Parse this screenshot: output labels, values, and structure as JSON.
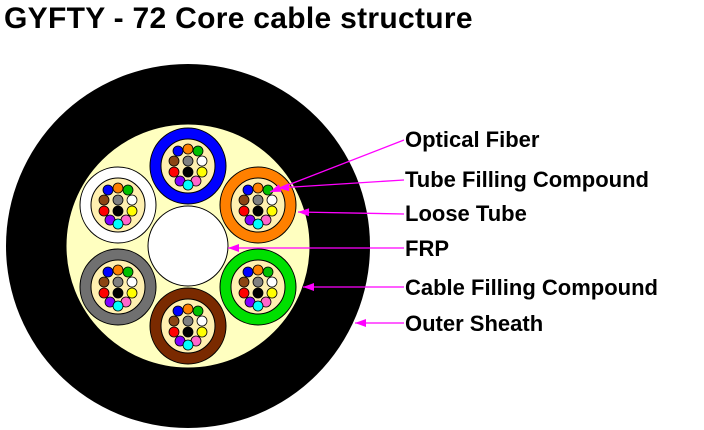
{
  "title": "GYFTY - 72 Core cable structure",
  "colors": {
    "outer_sheath": "#000000",
    "cable_filling": "#ffffc0",
    "frp": "#ffffff",
    "tube_filling": "#fff0b0",
    "leader_line": "#ff00ff"
  },
  "tube_colors": [
    "#0000ff",
    "#ff8000",
    "#00e000",
    "#7a2a00",
    "#707070",
    "#ffffff"
  ],
  "fiber_colors": [
    "#0000ff",
    "#ff8000",
    "#00c000",
    "#8b4513",
    "#808080",
    "#ffffff",
    "#ff0000",
    "#000000",
    "#ffff00",
    "#8000ff",
    "#ff66cc",
    "#00ffff"
  ],
  "labels": {
    "optical_fiber": "Optical Fiber",
    "tube_filling_compound": "Tube Filling Compound",
    "loose_tube": "Loose Tube",
    "frp": "FRP",
    "cable_filling_compound": "Cable Filling Compound",
    "outer_sheath": "Outer Sheath"
  }
}
